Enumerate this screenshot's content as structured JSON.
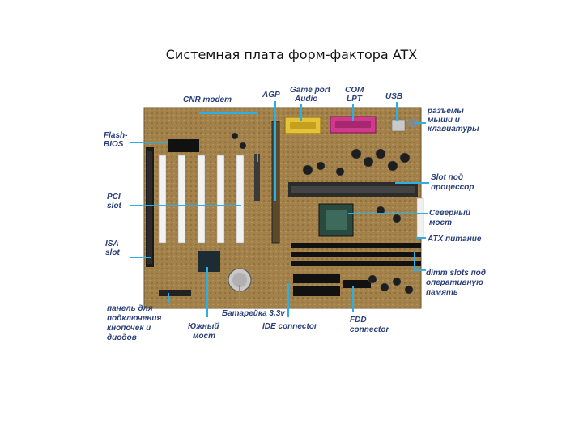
{
  "title": "Системная плата форм-фактора ATX",
  "labels": {
    "cnr": "CNR modem",
    "agp": "AGP",
    "game1": "Game port",
    "game2": "Audio",
    "com1": "COM",
    "com2": "LPT",
    "usb": "USB",
    "kb1": "разъемы",
    "kb2": "мыши и",
    "kb3": "клавиатуры",
    "flash1": "Flash-",
    "flash2": "BIOS",
    "pci1": "PCI",
    "pci2": "slot",
    "isa1": "ISA",
    "isa2": "slot",
    "cpu1": "Slot под",
    "cpu2": "процессор",
    "nb1": "Северный",
    "nb2": "мост",
    "atx": "ATX питание",
    "dimm1": "dimm slots под",
    "dimm2": "оперативную",
    "dimm3": "память",
    "panel1": "панель для",
    "panel2": "подключения",
    "panel3": "кнопочек и",
    "panel4": "диодов",
    "sb1": "Южный",
    "sb2": "мост",
    "battery": "Батарейка 3.3v",
    "ide": "IDE connector",
    "fdd1": "FDD",
    "fdd2": "connector"
  },
  "colors": {
    "leader": "#2ab0e6",
    "board": "#9a7a44",
    "label": "#2a3f7a"
  }
}
